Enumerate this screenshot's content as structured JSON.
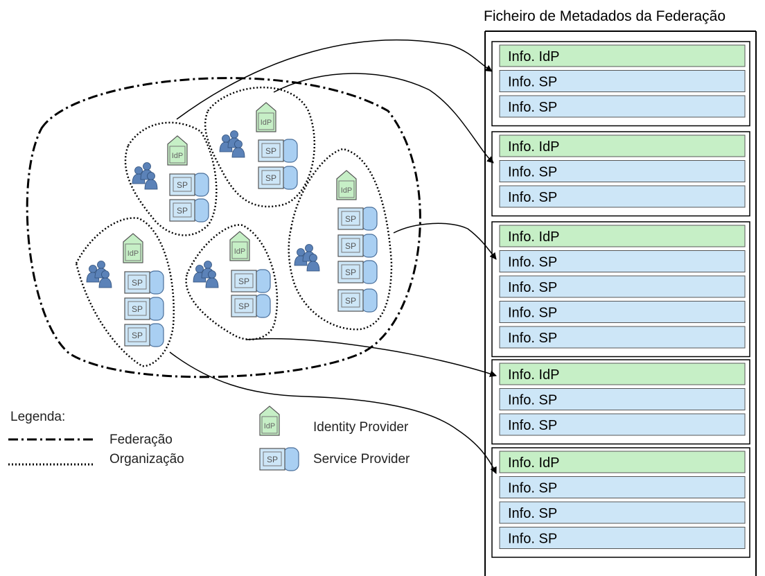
{
  "metadata_file": {
    "title": "Ficheiro de Metadados da Federação",
    "groups": [
      {
        "entries": [
          "Info. IdP",
          "Info. SP",
          "Info. SP"
        ]
      },
      {
        "entries": [
          "Info. IdP",
          "Info. SP",
          "Info. SP"
        ]
      },
      {
        "entries": [
          "Info. IdP",
          "Info. SP",
          "Info. SP",
          "Info. SP",
          "Info. SP"
        ]
      },
      {
        "entries": [
          "Info. IdP",
          "Info. SP",
          "Info. SP"
        ]
      },
      {
        "entries": [
          "Info. IdP",
          "Info. SP",
          "Info. SP",
          "Info. SP"
        ]
      }
    ]
  },
  "provider_badges": {
    "idp": "IdP",
    "sp": "SP"
  },
  "legend": {
    "title": "Legenda:",
    "federation": "Federação",
    "organization": "Organização",
    "identity_provider": "Identity Provider",
    "service_provider": "Service Provider"
  },
  "colors": {
    "idp_fill": "#c6efc6",
    "sp_fill": "#cde6f7",
    "users_fill": "#5b82b8",
    "line": "#000000"
  }
}
